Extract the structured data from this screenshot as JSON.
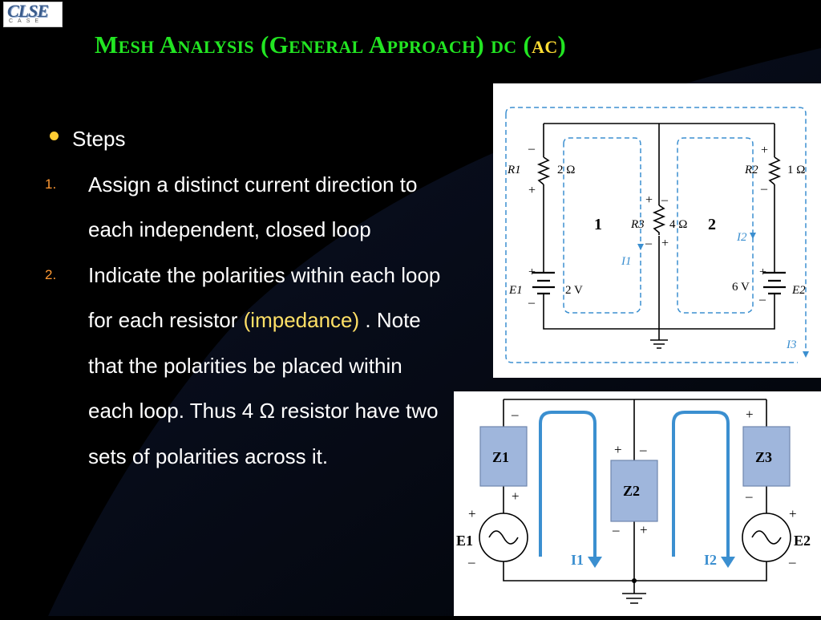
{
  "logo": {
    "text": "CLSE",
    "subtext": "CASE"
  },
  "title": {
    "main": "Mesh Analysis (General Approach) dc (",
    "ac": "ac",
    "close": ")"
  },
  "content": {
    "bullet": "Steps",
    "steps": [
      {
        "num": "1.",
        "text": "Assign a distinct current direction to each independent, closed loop"
      },
      {
        "num": "2.",
        "text_pre": "Indicate the polarities within each loop for each resistor",
        "highlight": "(impedance)",
        "text_post": ". Note that the polarities be placed within each loop. Thus 4 Ω resistor have two sets of polarities across it."
      }
    ]
  },
  "figure_dc": {
    "r1": "R1",
    "r1_val": "2 Ω",
    "r2": "R2",
    "r2_val": "1 Ω",
    "r3": "R3",
    "r3_val": "4 Ω",
    "e1": "E1",
    "e1_val": "2 V",
    "e2": "E2",
    "e2_val": "6 V",
    "loop1": "1",
    "loop2": "2",
    "i1": "I1",
    "i2": "I2",
    "i3": "I3"
  },
  "figure_ac": {
    "z1": "Z1",
    "z2": "Z2",
    "z3": "Z3",
    "e1": "E1",
    "e2": "E2",
    "i1": "I1",
    "i2": "I2"
  },
  "colors": {
    "title": "#22e522",
    "ac": "#ffdd33",
    "bullet": "#ffcc33",
    "number": "#ff9933",
    "highlight": "#ffe066",
    "loop_arrow": "#3b8fd0",
    "impedance_box": "#9fb6dc"
  }
}
